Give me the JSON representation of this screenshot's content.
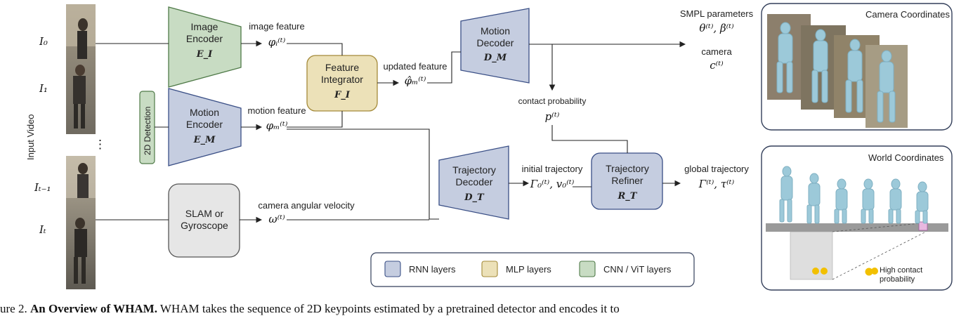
{
  "input_video_label": "Input Video",
  "frames": [
    "I₀",
    "I₁",
    "⋮",
    "Iₜ₋₁",
    "Iₜ"
  ],
  "detection_label": "2D Detection",
  "blocks": {
    "image_encoder": {
      "title": "Image\nEncoder",
      "symbol": "E_I"
    },
    "motion_encoder": {
      "title": "Motion\nEncoder",
      "symbol": "E_M"
    },
    "slam": {
      "title": "SLAM or\nGyroscope"
    },
    "feature_integrator": {
      "title": "Feature\nIntegrator",
      "symbol": "F_I"
    },
    "motion_decoder": {
      "title": "Motion\nDecoder",
      "symbol": "D_M"
    },
    "trajectory_decoder": {
      "title": "Trajectory\nDecoder",
      "symbol": "D_T"
    },
    "trajectory_refiner": {
      "title": "Trajectory\nRefiner",
      "symbol": "R_T"
    }
  },
  "edge_labels": {
    "image_feature": "image feature",
    "image_feature_sym": "φᵢ⁽ᵗ⁾",
    "motion_feature": "motion feature",
    "motion_feature_sym": "φₘ⁽ᵗ⁾",
    "updated_feature": "updated feature",
    "updated_feature_sym": "φ̂ₘ⁽ᵗ⁾",
    "camera_angular_velocity": "camera angular velocity",
    "camera_angular_velocity_sym": "ω⁽ᵗ⁾",
    "smpl_parameters": "SMPL parameters",
    "smpl_parameters_sym": "θ⁽ᵗ⁾, β⁽ᵗ⁾",
    "camera": "camera",
    "camera_sym": "c⁽ᵗ⁾",
    "contact_probability": "contact probability",
    "contact_probability_sym": "p⁽ᵗ⁾",
    "initial_trajectory": "initial trajectory",
    "initial_trajectory_sym": "Γ₀⁽ᵗ⁾, v₀⁽ᵗ⁾",
    "global_trajectory": "global trajectory",
    "global_trajectory_sym": "Γ⁽ᵗ⁾, τ⁽ᵗ⁾"
  },
  "panels": {
    "camera": "Camera Coordinates",
    "world": "World Coordinates",
    "high_contact": "High contact\nprobability"
  },
  "legend": [
    {
      "label": "RNN layers",
      "color": "#c5cde0",
      "border": "#3a4f86"
    },
    {
      "label": "MLP layers",
      "color": "#ece1b8",
      "border": "#a48a3a"
    },
    {
      "label": "CNN / ViT layers",
      "color": "#c8dcc3",
      "border": "#4f7a48"
    }
  ],
  "caption": {
    "prefix": "ure 2. ",
    "bold": "An Overview of WHAM.",
    "text": " WHAM takes the sequence of 2D keypoints estimated by a pretrained detector and encodes it to"
  },
  "colors": {
    "rnn_fill": "#c5cde0",
    "rnn_stroke": "#3a4f86",
    "mlp_fill": "#ece1b8",
    "mlp_stroke": "#a48a3a",
    "cnn_fill": "#c8dcc3",
    "cnn_stroke": "#4f7a48",
    "slam_fill": "#e6e6e6",
    "slam_stroke": "#555555",
    "body_color": "#9cc9d9"
  }
}
